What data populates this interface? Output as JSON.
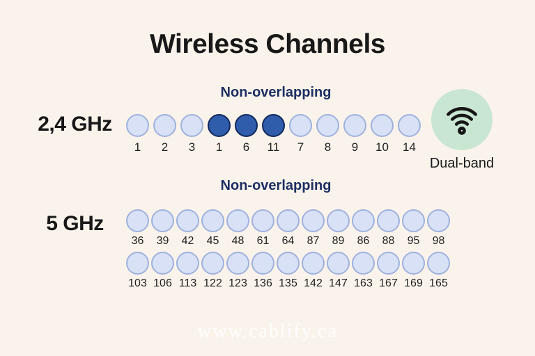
{
  "title": "Wireless Channels",
  "watermark": "www.cablify.ca",
  "colors": {
    "background": "#faf3eb",
    "circle_light_fill": "#d8e1f6",
    "circle_light_border": "#9fb1dd",
    "circle_dark_fill": "#2f5cab",
    "circle_dark_border": "#14295c",
    "heading_navy": "#1d2f63",
    "dual_band_green": "#c9e6d2",
    "ink": "#181818",
    "watermark": "rgba(255,255,255,0.85)"
  },
  "band_24ghz": {
    "label": "2,4 GHz",
    "non_overlapping_label": "Non-overlapping",
    "channels": [
      {
        "label": "1",
        "highlighted": false
      },
      {
        "label": "2",
        "highlighted": false
      },
      {
        "label": "3",
        "highlighted": false
      },
      {
        "label": "1",
        "highlighted": true
      },
      {
        "label": "6",
        "highlighted": true
      },
      {
        "label": "11",
        "highlighted": true
      },
      {
        "label": "7",
        "highlighted": false
      },
      {
        "label": "8",
        "highlighted": false
      },
      {
        "label": "9",
        "highlighted": false
      },
      {
        "label": "10",
        "highlighted": false
      },
      {
        "label": "14",
        "highlighted": false
      }
    ]
  },
  "dual_band": {
    "label": "Dual-band",
    "icon": "wifi-icon"
  },
  "band_5ghz": {
    "label": "5 GHz",
    "non_overlapping_label": "Non-overlapping",
    "rows": [
      [
        "36",
        "39",
        "42",
        "45",
        "48",
        "61",
        "64",
        "87",
        "89",
        "86",
        "88",
        "95",
        "98"
      ],
      [
        "103",
        "106",
        "113",
        "122",
        "123",
        "136",
        "135",
        "142",
        "147",
        "163",
        "167",
        "169",
        "165"
      ]
    ]
  }
}
